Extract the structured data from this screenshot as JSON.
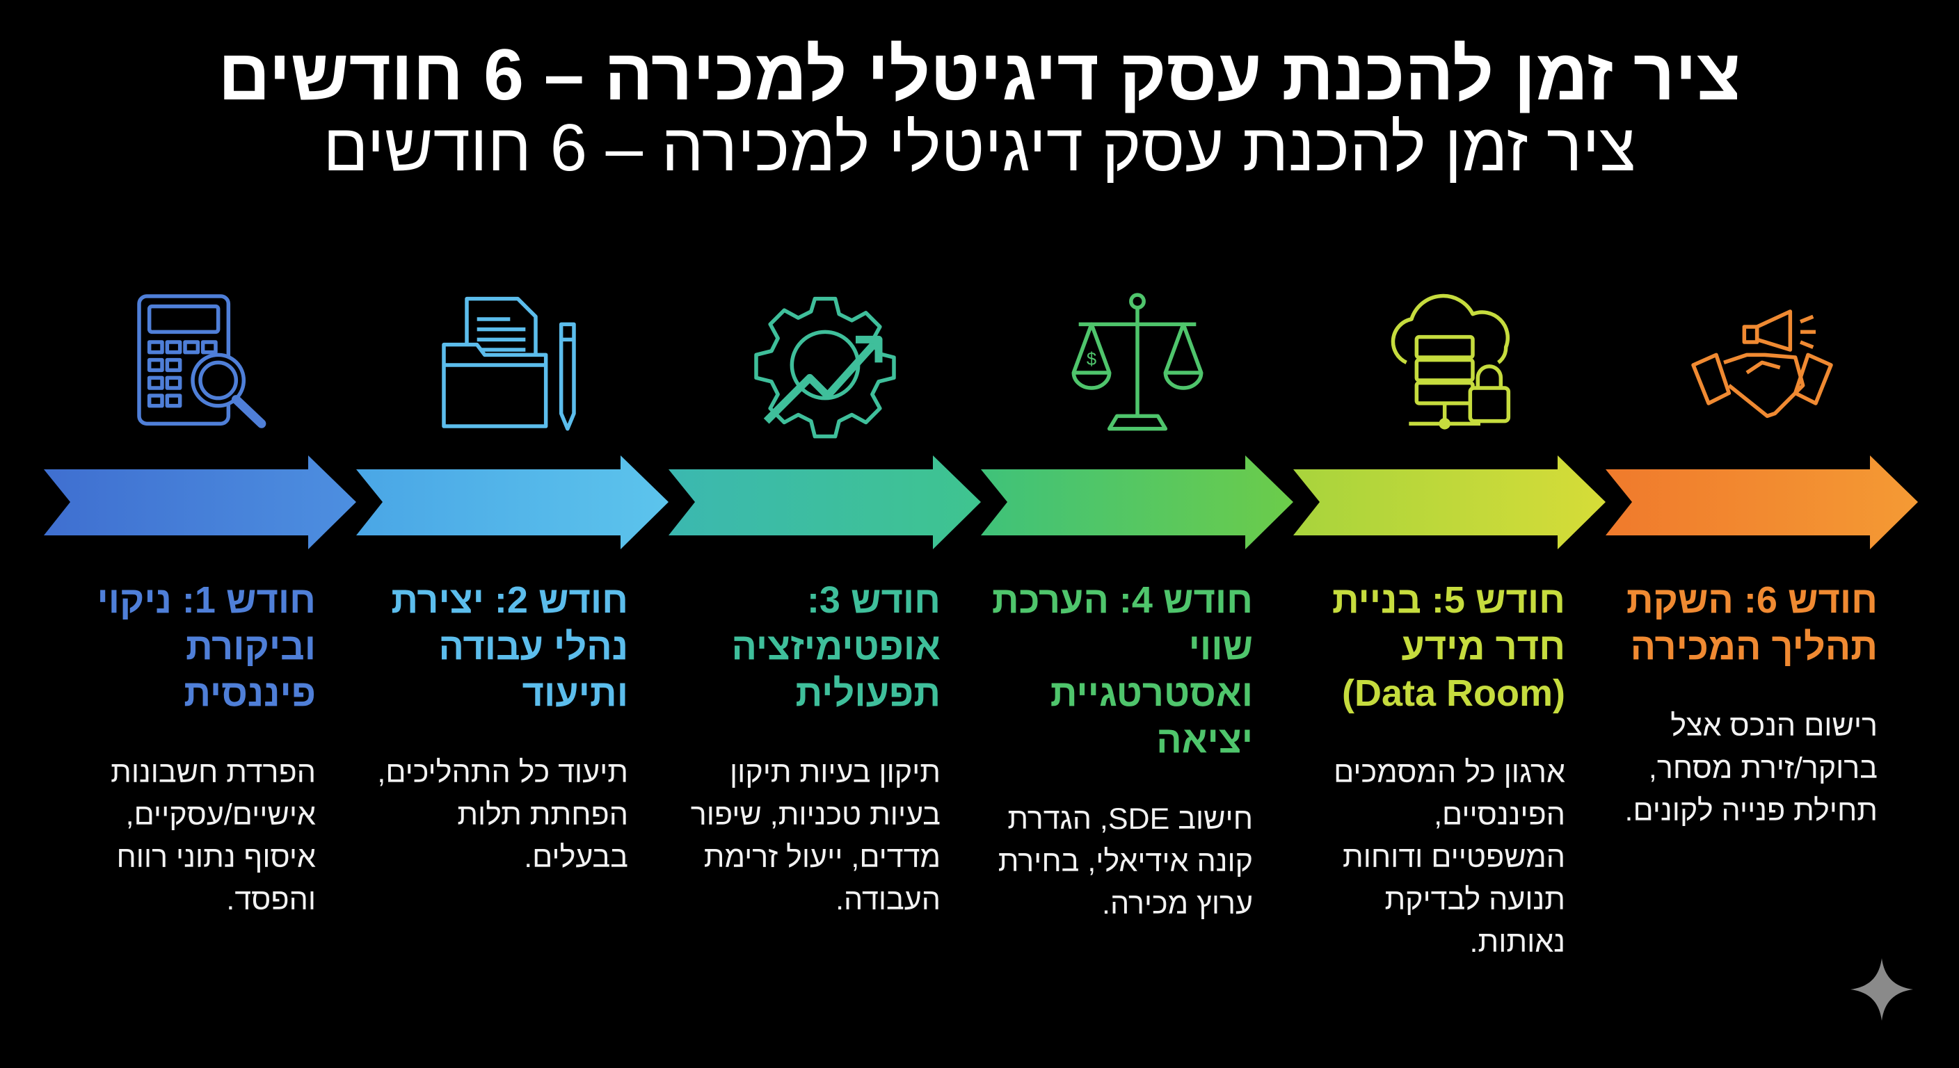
{
  "title_bold": "ציר זמן להכנת עסק דיגיטלי למכירה – 6 חודשים",
  "title_light": "ציר זמן להכנת עסק דיגיטלי למכירה – 6 חודשים",
  "colors": [
    "#4f7fd8",
    "#5cbdec",
    "#3fbf9b",
    "#4fc56c",
    "#c6dc3e",
    "#f08a32"
  ],
  "steps": [
    {
      "icon": "calculator-magnifier-icon",
      "title": "חודש 1: ניקוי וביקורת פיננסית",
      "text": "הפרדת חשבונות אישיים/עסקיים, איסוף נתוני רווח והפסד."
    },
    {
      "icon": "documents-folder-pen-icon",
      "title": "חודש 2: יצירת נהלי עבודה ותיעוד",
      "text": "תיעוד כל התהליכים, הפחתת תלות בבעלים."
    },
    {
      "icon": "gear-growth-icon",
      "title": "חודש 3: אופטימיזציה תפעולית",
      "text": "תיקון בעיות תיקון בעיות טכניות, שיפור מדדים, ייעול זרימת העבודה."
    },
    {
      "icon": "scales-icon",
      "title": "חודש 4: הערכת שווי ואסטרטגיית יציאה",
      "text": "חישוב SDE, הגדרת קונה אידיאלי, בחירת ערוץ מכירה."
    },
    {
      "icon": "cloud-server-lock-icon",
      "title": "חודש 5: בניית חדר מידע (Data Room)",
      "text": "ארגון כל המסמכים הפיננסיים, המשפטיים ודוחות תנועה לבדיקת נאותות."
    },
    {
      "icon": "handshake-megaphone-icon",
      "title": "חודש 6: השקת תהליך המכירה",
      "text": "רישום הנכס אצל ברוקר/זירת מסחר, תחילת פנייה לקונים."
    }
  ]
}
